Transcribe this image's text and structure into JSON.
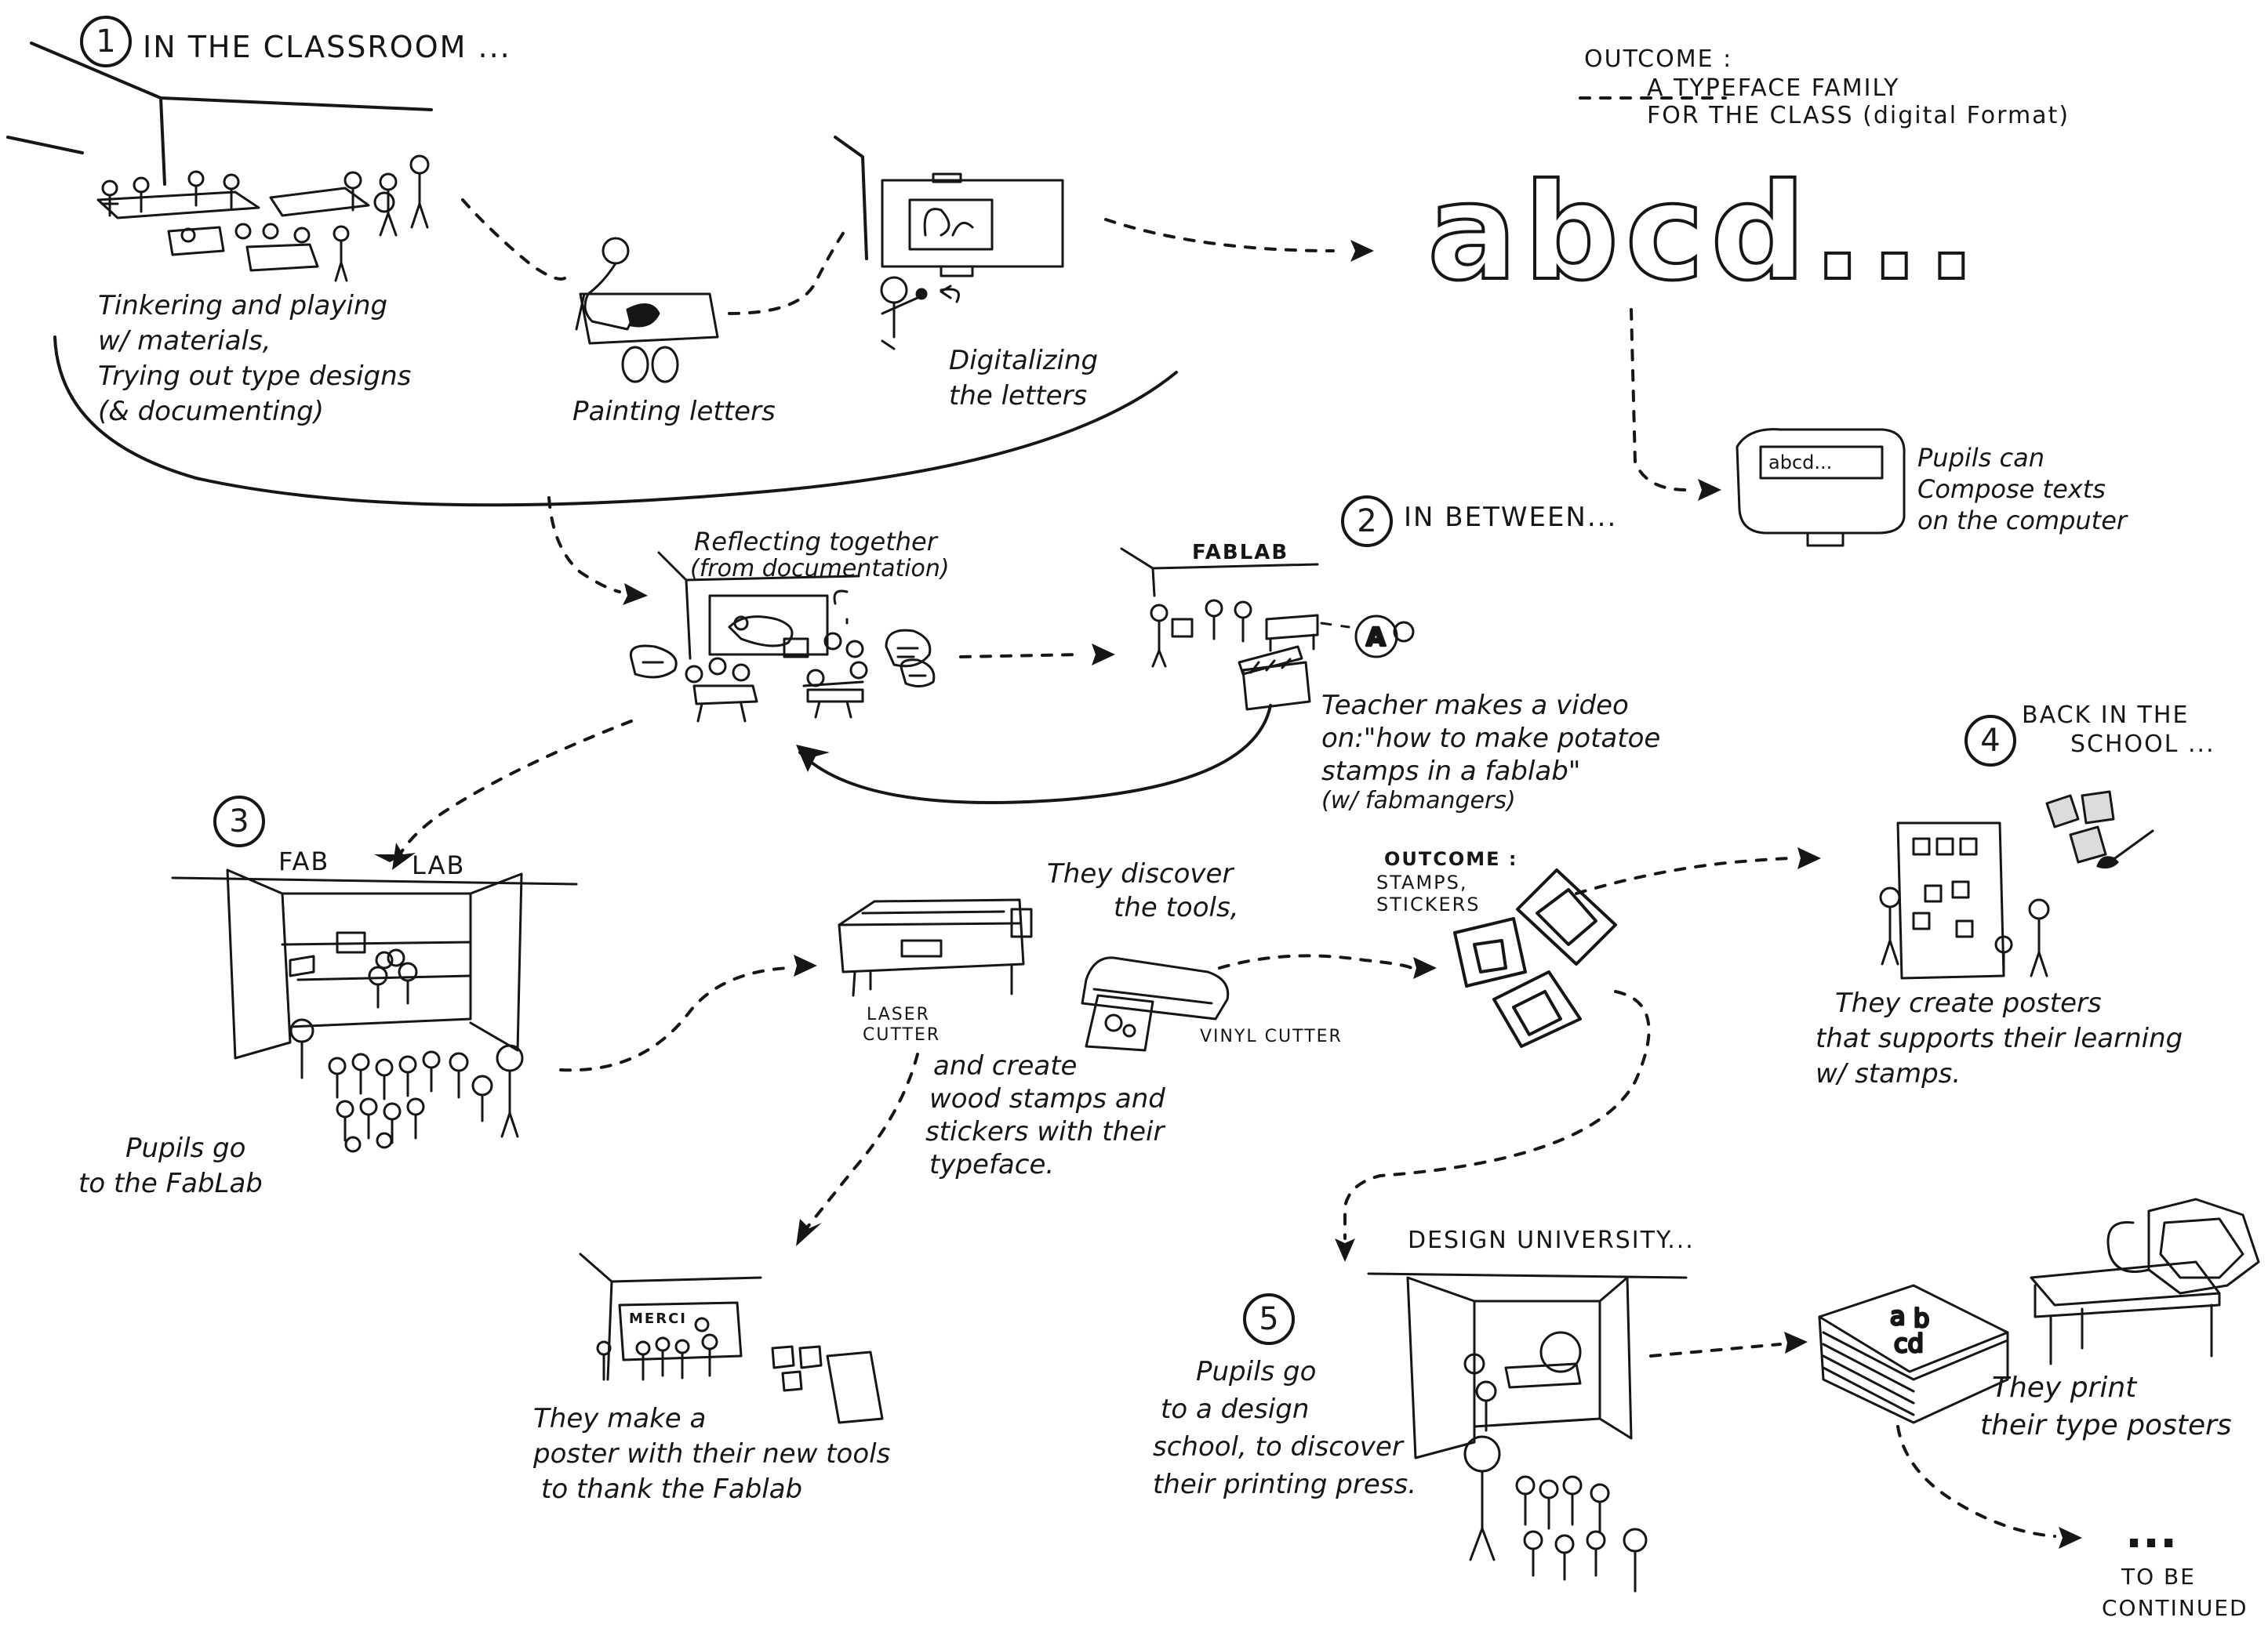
{
  "sections": {
    "classroom": {
      "number": "1",
      "title": "IN THE CLASSROOM ..."
    },
    "in_between": {
      "number": "2",
      "title": "IN BETWEEN..."
    },
    "fab_lab": {
      "number": "3",
      "title_left": "FAB",
      "title_right": "LAB"
    },
    "back_in_school": {
      "number": "4",
      "title_line1": "BACK IN THE",
      "title_line2": "SCHOOL ..."
    },
    "design_university": {
      "number": "5",
      "title": "DESIGN UNIVERSITY..."
    }
  },
  "outcome_top": {
    "label": "OUTCOME :",
    "line1": "A TYPEFACE FAMILY",
    "line2": "FOR THE CLASS (digital Format)",
    "glyphs": "abcd...",
    "screen_text": "abcd..."
  },
  "captions": {
    "tinkering": [
      "Tinkering and playing",
      "w/ materials,",
      "Trying out type designs",
      "(& documenting)"
    ],
    "painting": "Painting letters",
    "digitalizing": [
      "Digitalizing",
      "the letters"
    ],
    "pupils_compose": [
      "Pupils can",
      "Compose texts",
      "on the computer"
    ],
    "reflecting": [
      "Reflecting together",
      "(from documentation)"
    ],
    "fablab_label": "FABLAB",
    "teacher_video": [
      "Teacher makes a video",
      "on:\"how to make potatoe",
      "stamps in a fablab\"",
      "(w/ fabmangers)"
    ],
    "they_discover": [
      "They discover",
      "the tools,"
    ],
    "laser_cutter": [
      "LASER",
      "CUTTER"
    ],
    "vinyl_cutter": "VINYL CUTTER",
    "and_create": [
      "and create",
      "wood stamps and",
      "stickers with their",
      "typeface."
    ],
    "outcome_stamps": [
      "OUTCOME :",
      "STAMPS,",
      "STICKERS"
    ],
    "pupils_go_fablab": [
      "Pupils go",
      "to the FabLab"
    ],
    "posters": [
      "They create posters",
      "that supports their learning",
      "w/ stamps."
    ],
    "merci": "MERCI",
    "thank_poster": [
      "They make a",
      "poster with their new tools",
      "to thank the Fablab"
    ],
    "pupils_design": [
      "Pupils go",
      "to a design",
      "school, to discover",
      "their printing press."
    ],
    "print_posters": [
      "They print",
      "their type posters"
    ],
    "ellipsis": "...",
    "to_be_continued": [
      "TO BE",
      "CONTINUED"
    ]
  }
}
